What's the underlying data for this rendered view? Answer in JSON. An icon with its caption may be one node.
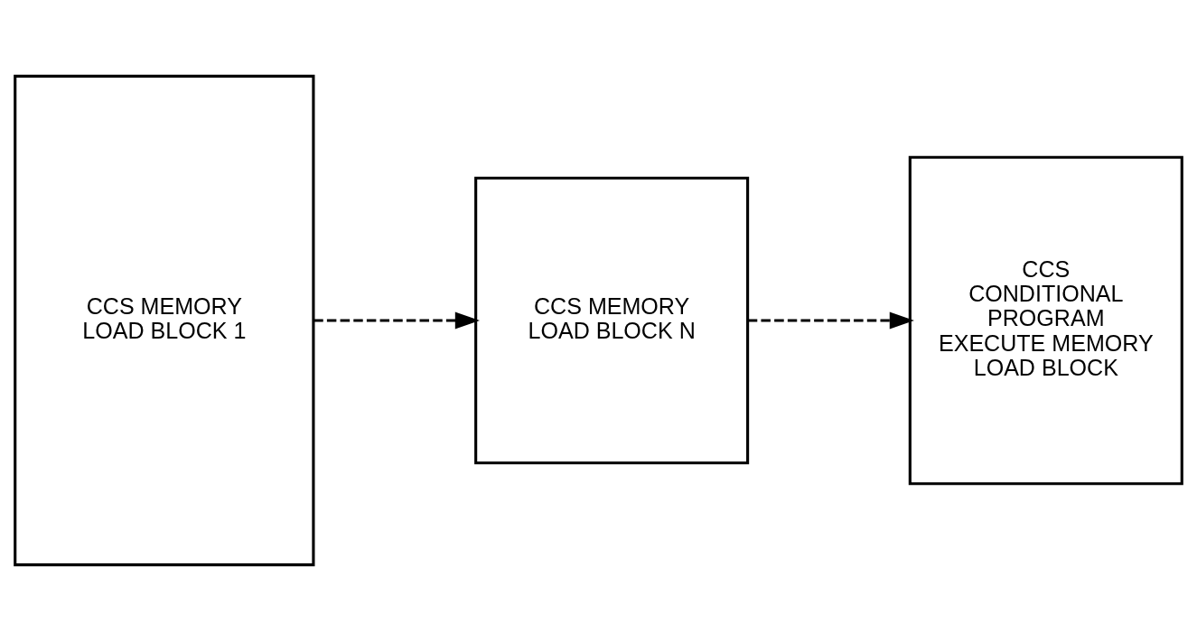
{
  "diagram": {
    "nodes": [
      {
        "text": [
          "CCS MEMORY LOAD BLOCK 1"
        ]
      },
      {
        "text": [
          "CCS MEMORY LOAD BLOCK N"
        ]
      },
      {
        "text": [
          "CCS CONDITIONAL PROGRAM EXECUTE MEMORY LOAD BLOCK"
        ]
      }
    ],
    "edges": [
      {
        "from": 0,
        "to": 1,
        "arrow": "to",
        "style": "dashed"
      },
      {
        "from": 1,
        "to": 2,
        "arrow": "to",
        "style": "dashed"
      }
    ]
  }
}
